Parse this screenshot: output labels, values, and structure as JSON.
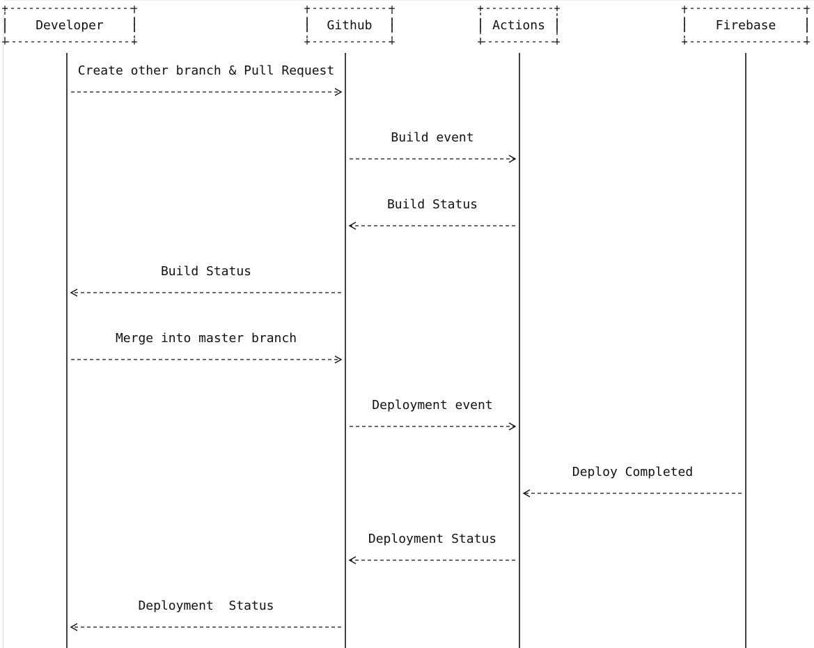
{
  "participants": [
    {
      "id": "developer",
      "label": "Developer"
    },
    {
      "id": "github",
      "label": "Github"
    },
    {
      "id": "actions",
      "label": "Actions"
    },
    {
      "id": "firebase",
      "label": "Firebase"
    }
  ],
  "messages": [
    {
      "from": "developer",
      "to": "github",
      "label": "Create other branch & Pull Request"
    },
    {
      "from": "github",
      "to": "actions",
      "label": "Build event"
    },
    {
      "from": "actions",
      "to": "github",
      "label": "Build Status"
    },
    {
      "from": "github",
      "to": "developer",
      "label": "Build Status"
    },
    {
      "from": "developer",
      "to": "github",
      "label": "Merge into master branch"
    },
    {
      "from": "github",
      "to": "actions",
      "label": "Deployment event"
    },
    {
      "from": "firebase",
      "to": "actions",
      "label": "Deploy Completed"
    },
    {
      "from": "actions",
      "to": "github",
      "label": "Deployment Status"
    },
    {
      "from": "github",
      "to": "developer",
      "label": "Deployment  Status"
    }
  ],
  "colors": {
    "ink": "#111111",
    "background": "#ffffff"
  }
}
